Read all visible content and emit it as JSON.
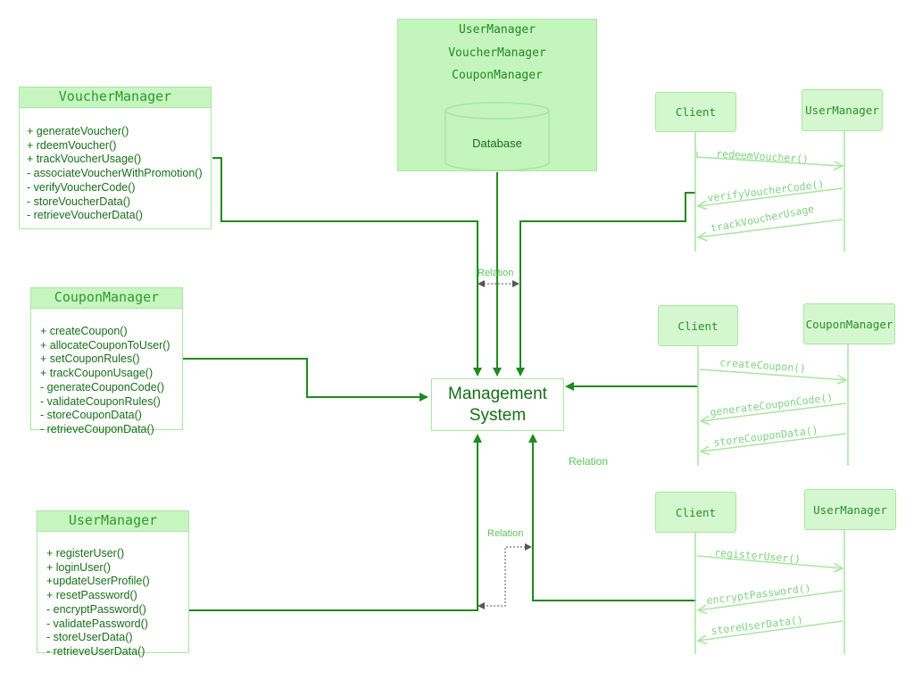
{
  "voucher_class": {
    "title": "VoucherManager",
    "methods": [
      "+ generateVoucher()",
      "+ rdeemVoucher()",
      "+ trackVoucherUsage()",
      "- associateVoucherWithPromotion()",
      "- verifyVoucherCode()",
      "- storeVoucherData()",
      "- retrieveVoucherData()"
    ]
  },
  "coupon_class": {
    "title": "CouponManager",
    "methods": [
      "+ createCoupon()",
      "+ allocateCouponToUser()",
      "+ setCouponRules()",
      "+ trackCouponUsage()",
      "- generateCouponCode()",
      "- validateCouponRules()",
      "- storeCouponData()",
      "- retrieveCouponData()"
    ]
  },
  "user_class": {
    "title": "UserManager",
    "methods": [
      "+ registerUser()",
      "+ loginUser()",
      "+updateUserProfile()",
      "+ resetPassword()",
      "- encryptPassword()",
      "- validatePassword()",
      "- storeUserData()",
      "- retrieveUserData()"
    ]
  },
  "database_block": {
    "labels": [
      "UserManager",
      "VoucherManager",
      "CouponManager"
    ],
    "database": "Database"
  },
  "management_system": {
    "line1": "Management",
    "line2": "System"
  },
  "relations": {
    "top": "Relation",
    "middle": "Relation",
    "bottom": "Relation"
  },
  "sequence_voucher": {
    "left": "Client",
    "right": "UserManager",
    "messages": [
      "redeemVoucher()",
      "verifyVoucherCode()",
      "trackVoucherUsage"
    ]
  },
  "sequence_coupon": {
    "left": "Client",
    "right": "CouponManager",
    "messages": [
      "createCoupon()",
      "generateCouponCode()",
      "storeCouponData()"
    ]
  },
  "sequence_user": {
    "left": "Client",
    "right": "UserManager",
    "messages": [
      "registerUser()",
      "encryptPassword()",
      "storeUserData()"
    ]
  },
  "colors": {
    "arrow": "#1e8b1e",
    "border": "#a8e6a0",
    "fill": "#c7f5c0",
    "text": "#157015",
    "light_text": "#7fd27f"
  }
}
